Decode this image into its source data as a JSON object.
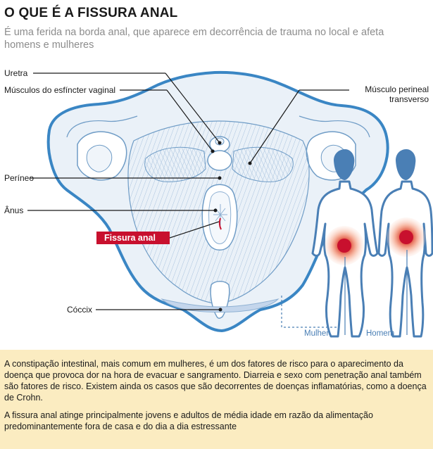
{
  "header": {
    "title": "O QUE É A FISSURA ANAL",
    "subtitle": "É uma ferida na borda anal, que aparece em decorrência de trauma no local e afeta homens e mulheres"
  },
  "diagram": {
    "labels": {
      "uretra": "Uretra",
      "musculos_esfincter": "Músculos do esfíncter vaginal",
      "musculo_perineal_1": "Músculo perineal",
      "musculo_perineal_2": "transverso",
      "perineo": "Períneo",
      "anus": "Ânus",
      "fissura": "Fissura anal",
      "coccix": "Cóccix"
    },
    "figures": {
      "mulher": "Mulher",
      "homem": "Homem"
    },
    "colors": {
      "outline_blue": "#3a86c4",
      "body_blue": "#4a7fb5",
      "fissure_red": "#c8102e",
      "info_background": "#fbecc1"
    }
  },
  "info": {
    "paragraph_1": "A constipação intestinal, mais comum em mulheres, é um dos fatores de risco para o aparecimento da doença que provoca dor na hora de evacuar e sangramento. Diarreia e sexo com penetração anal também são fatores de risco. Existem ainda os casos que são decorrentes de doenças inflamatórias, como a doença de Crohn.",
    "paragraph_2": "A fissura anal atinge principalmente jovens e adultos de média idade em razão da alimentação predominantemente fora de casa e do dia a dia estressante"
  }
}
